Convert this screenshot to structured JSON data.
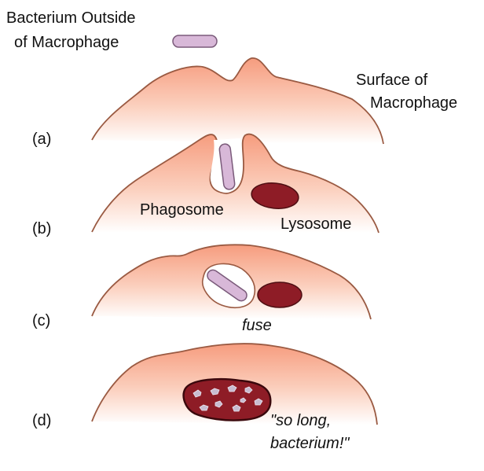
{
  "labels": {
    "bacterium_outside": [
      "Bacterium Outside",
      "of Macrophage"
    ],
    "surface": [
      "Surface of",
      "Macrophage"
    ],
    "phagosome": "Phagosome",
    "lysosome": "Lysosome",
    "fuse": "fuse",
    "quote": [
      "\"so long,",
      "bacterium!\""
    ]
  },
  "steps": [
    "(a)",
    "(b)",
    "(c)",
    "(d)"
  ],
  "colors": {
    "cell_fill_top": "#f7a488",
    "cell_fill_bottom": "#ffffff",
    "cell_outline": "#9a5a42",
    "bacterium_fill": "#d8b8d8",
    "bacterium_outline": "#7a5a7a",
    "lysosome_fill": "#8e1c26",
    "lysosome_outline": "#4e0e12",
    "debris_fill": "#c8bcd0"
  }
}
